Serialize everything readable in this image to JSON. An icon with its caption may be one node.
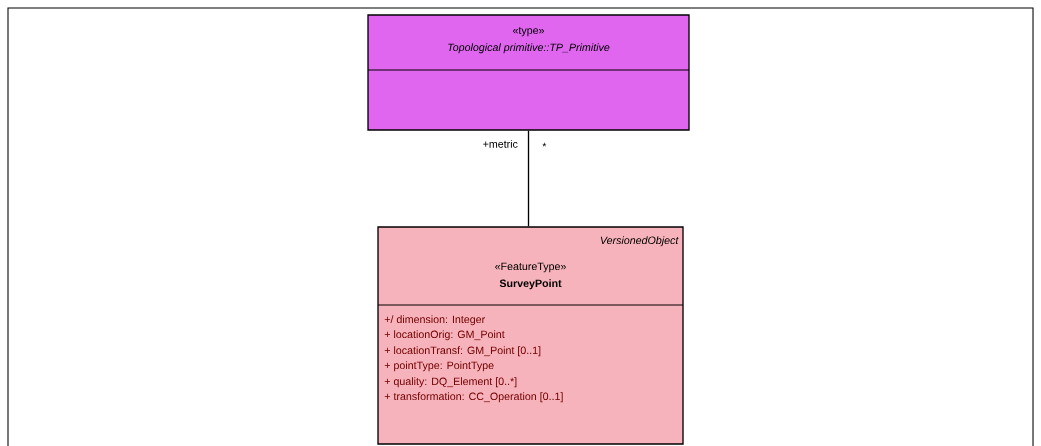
{
  "diagram": {
    "nodes": [
      {
        "text": [
          "«type»",
          "*Topological primitive::TP_Primitive*"
        ]
      },
      {
        "text": [
          "*VersionedObject*",
          "«FeatureType»",
          "**SurveyPoint**",
          "+/ dimension: Integer",
          "+ locationOrig: GM_Point",
          "+ locationTransf: GM_Point [0..1]",
          "+ pointType: PointType",
          "+ quality: DQ_Element [0..*]",
          "+ transformation: CC_Operation [0..1]"
        ]
      }
    ],
    "edges": [
      {
        "from": 1,
        "to": 0,
        "arrow": "none",
        "label": "+metric"
      }
    ],
    "labels": [
      "*"
    ]
  }
}
